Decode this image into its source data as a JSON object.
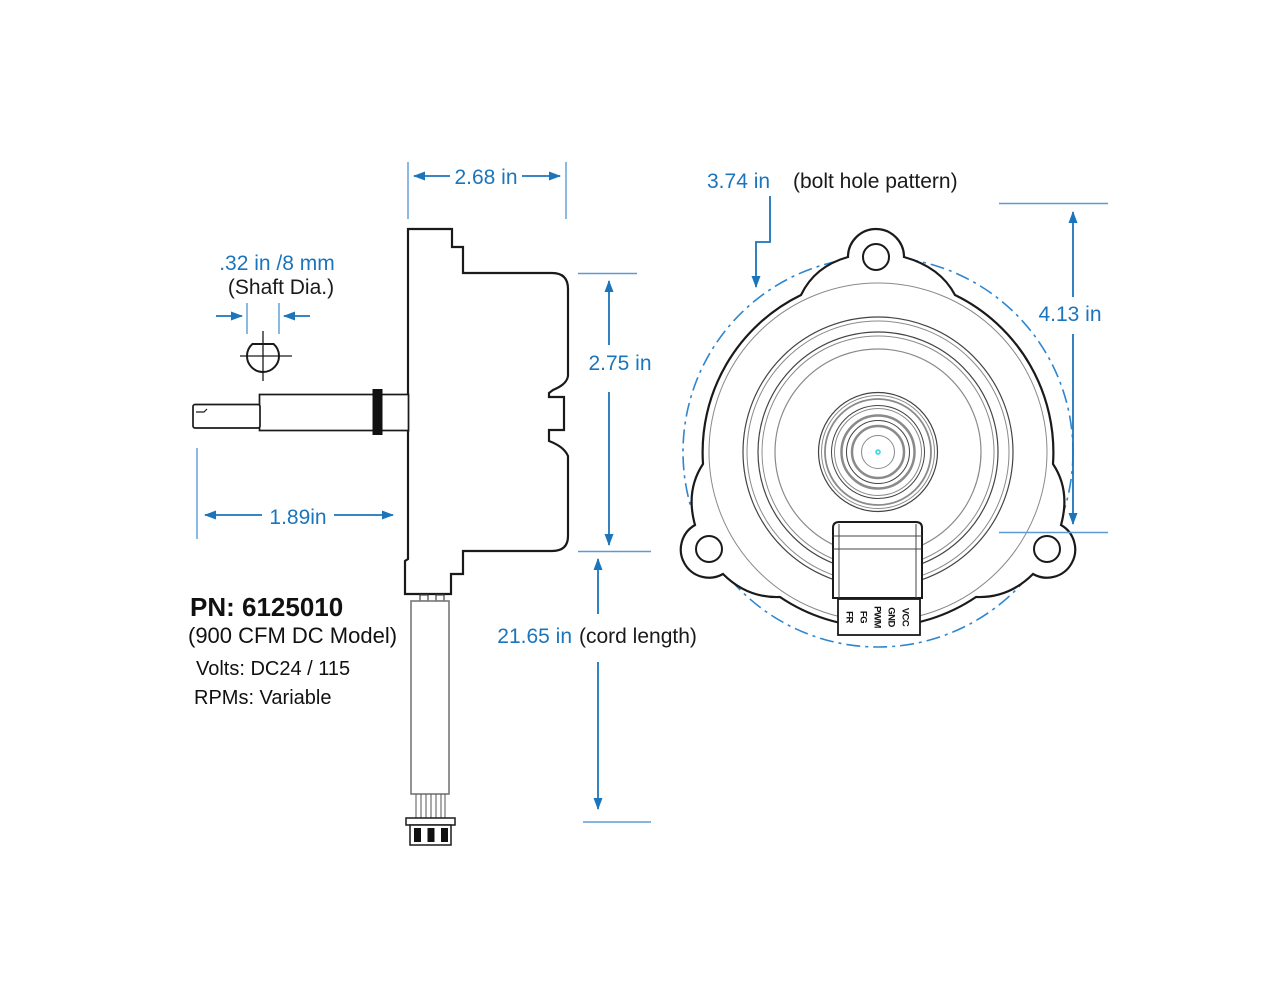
{
  "title": "Motor dimensional drawing",
  "colors": {
    "dimension_blue": "#1B75BC",
    "extension_blue": "#5B9BD5",
    "bolt_circle_blue": "#2E86D0",
    "outline_black": "#1a1a1a",
    "secondary_gray": "#8a8a8a",
    "center_dot_cyan": "#2fd6e0",
    "background": "#ffffff"
  },
  "side_view": {
    "dim_width": "2.68 in",
    "shaft_dia": ".32 in /8 mm",
    "shaft_dia_label": "(Shaft Dia.)",
    "dim_body_height": "2.75 in",
    "dim_shaft_length": "1.89in",
    "cord_length": "21.65 in",
    "cord_length_label": "(cord length)"
  },
  "front_view": {
    "bolt_pattern": "3.74 in",
    "bolt_pattern_label": "(bolt hole pattern)",
    "dim_overall_height": "4.13 in",
    "connector_pins": [
      "FR",
      "FG",
      "PWM",
      "GND",
      "VCC"
    ]
  },
  "part_info": {
    "part_number": "PN: 6125010",
    "model": "(900 CFM DC Model)",
    "volts": "Volts: DC24 / 115",
    "rpms": "RPMs: Variable"
  }
}
